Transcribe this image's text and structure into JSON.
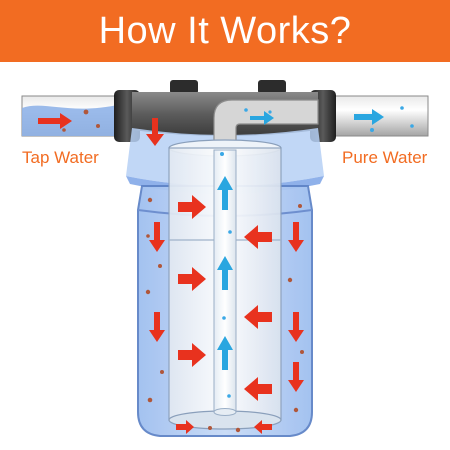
{
  "title": "How It Works?",
  "labels": {
    "inlet": "Tap Water",
    "outlet": "Pure Water"
  },
  "colors": {
    "banner": "#f26c22",
    "label": "#f26c22",
    "flow_arrow": "#e8321e",
    "pure_arrow": "#2aa6e0",
    "water": "#a9c8ef",
    "housing_outline": "#4a6fb5",
    "head": "#6a6a6a"
  }
}
